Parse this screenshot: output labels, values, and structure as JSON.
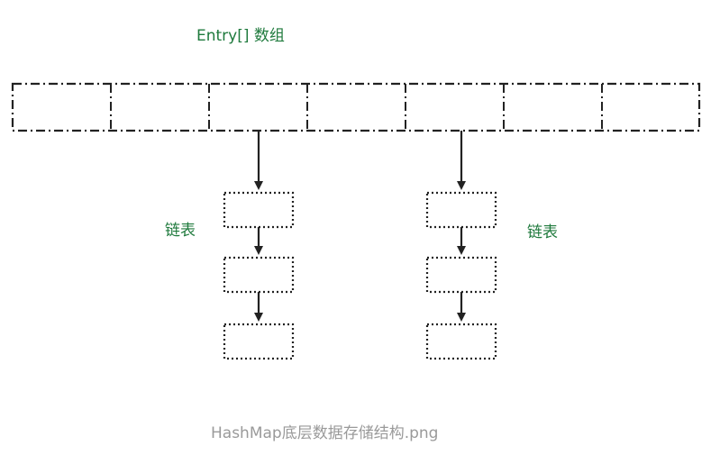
{
  "diagram": {
    "array_label": "Entry[] 数组",
    "array_slot_count": 7,
    "left_chain": {
      "label": "链表",
      "node_count": 3
    },
    "right_chain": {
      "label": "链表",
      "node_count": 3
    },
    "caption": "HashMap底层数据存储结构.png"
  },
  "colors": {
    "label_green": "#1f7a3d",
    "caption_gray": "#9a9a9a",
    "stroke": "#222222",
    "background": "#ffffff"
  }
}
